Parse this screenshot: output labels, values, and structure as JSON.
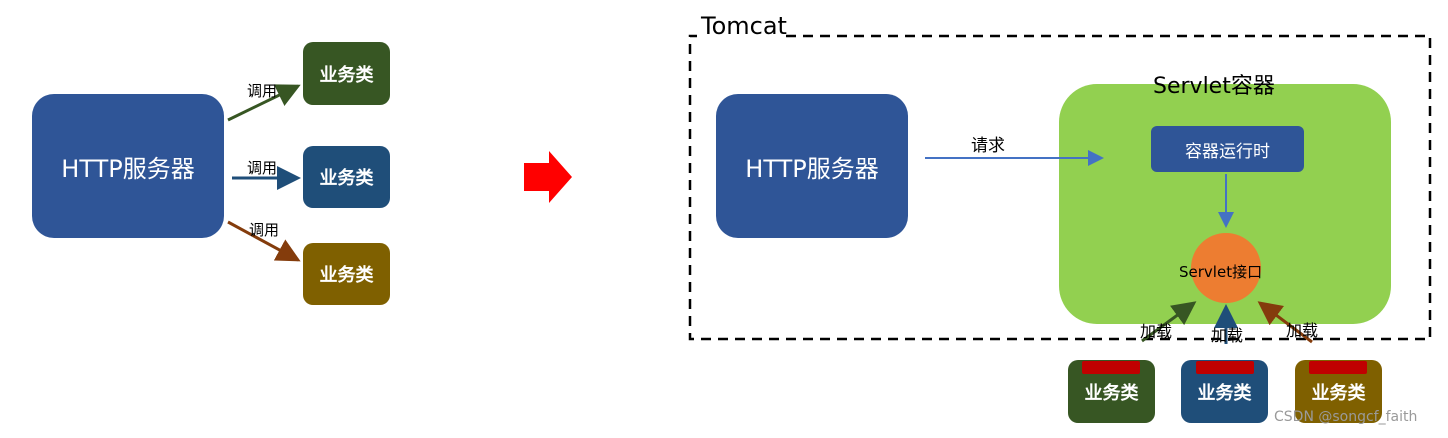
{
  "left": {
    "http_server": "HTTP服务器",
    "business_classes": [
      "业务类",
      "业务类",
      "业务类"
    ],
    "call_labels": [
      "调用",
      "调用",
      "调用"
    ]
  },
  "right": {
    "tomcat_label": "Tomcat",
    "http_server": "HTTP服务器",
    "request_label": "请求",
    "servlet_container_label": "Servlet容器",
    "runtime_label": "容器运行时",
    "servlet_interface_label": "Servlet接口",
    "load_labels": [
      "加载",
      "加载",
      "加载"
    ],
    "business_classes": [
      "业务类",
      "业务类",
      "业务类"
    ]
  },
  "watermark": "CSDN @songcf_faith",
  "colors": {
    "http_blue": "#2f5597",
    "green_class": "#375623",
    "blue_class": "#1f4e79",
    "brown_class": "#7f6000",
    "container_green": "#92d050",
    "servlet_orange": "#ed7d31",
    "transition_arrow": "#ff0000",
    "tag_red": "#c00000"
  }
}
